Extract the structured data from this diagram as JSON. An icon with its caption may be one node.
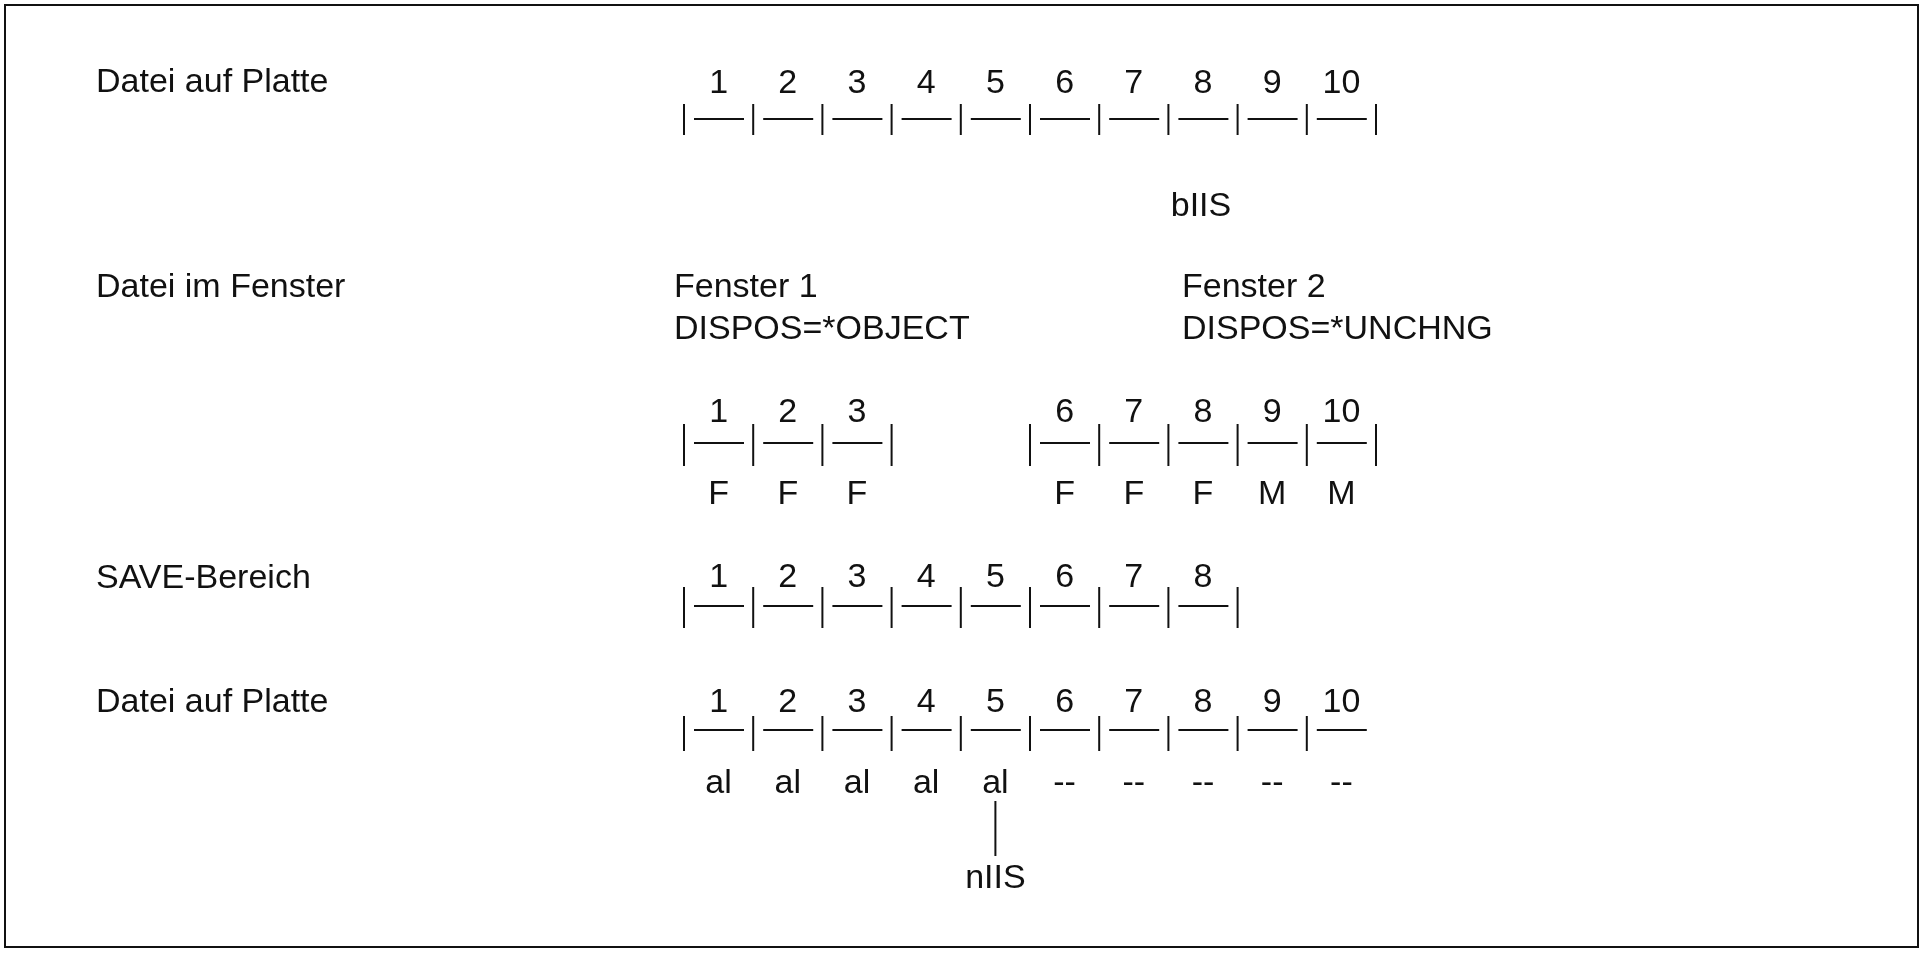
{
  "diagram": {
    "nodes": [
      {
        "text": [
          "al"
        ]
      },
      {
        "text": [
          "nIIS"
        ]
      }
    ],
    "edges": [
      {
        "from": 1,
        "to": 0,
        "arrow": "none"
      }
    ],
    "labels": [
      "Datei auf Platte",
      "1",
      "2",
      "3",
      "4",
      "5",
      "6",
      "7",
      "8",
      "9",
      "10",
      "bIIS",
      "Datei im Fenster",
      "Fenster 1",
      "Fenster 2",
      "DISPOS=*OBJECT",
      "DISPOS=*UNCHNG",
      "1",
      "2",
      "3",
      "6",
      "7",
      "8",
      "9",
      "10",
      "F",
      "F",
      "F",
      "F",
      "F",
      "F",
      "M",
      "M",
      "SAVE-Bereich",
      "1",
      "2",
      "3",
      "4",
      "5",
      "6",
      "7",
      "8",
      "Datei auf Platte",
      "1",
      "2",
      "3",
      "4",
      "5",
      "6",
      "7",
      "8",
      "9",
      "10",
      "al",
      "al",
      "al",
      "al",
      "--",
      "--",
      "--",
      "--",
      "--"
    ]
  }
}
